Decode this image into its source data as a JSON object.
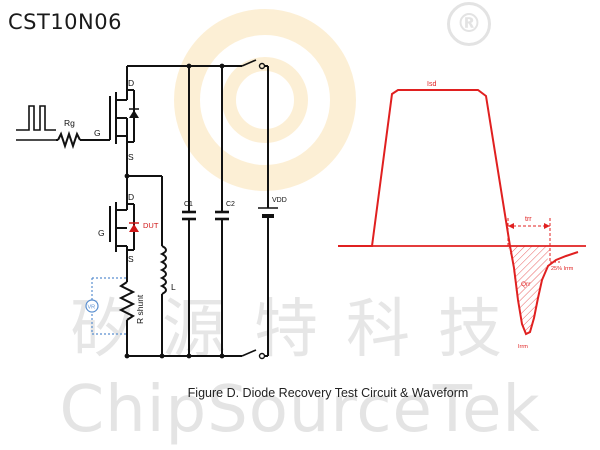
{
  "header": {
    "part_number": "CST10N06",
    "registered_symbol": "®"
  },
  "watermark": {
    "chinese": "矽源特科技",
    "english": "ChipSourceTek"
  },
  "circuit": {
    "labels": {
      "rg": "Rg",
      "gate_top": "G",
      "drain_top": "D",
      "source_top": "S",
      "drain_dut": "D",
      "gate_dut": "G",
      "source_dut": "S",
      "dut": "DUT",
      "c1": "C1",
      "c2": "C2",
      "vdd": "VDD",
      "inductor": "L",
      "shunt": "R shunt",
      "meter": "VR"
    }
  },
  "waveform": {
    "labels": {
      "isd": "Isd",
      "trr": "trr",
      "qrr": "Qrr",
      "pct": "25% Irrm",
      "irrm": "Irrm"
    }
  },
  "caption": "Figure D.  Diode Recovery Test Circuit & Waveform",
  "colors": {
    "circuit": "#111111",
    "waveform": "#e02020",
    "dut_label": "#d01818",
    "meter": "#5a8fd0"
  }
}
